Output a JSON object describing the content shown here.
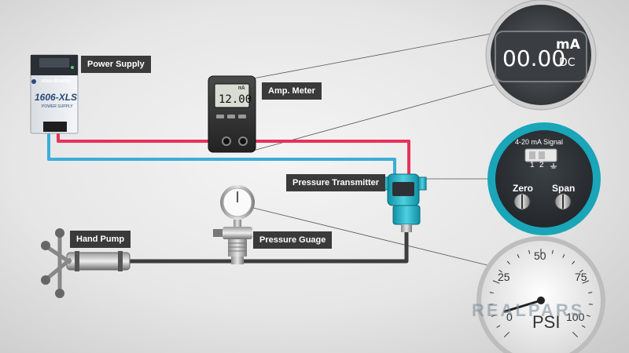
{
  "labels": {
    "power_supply": "Power Supply",
    "amp_meter": "Amp. Meter",
    "pressure_transmitter": "Pressure Transmitter",
    "hand_pump": "Hand Pump",
    "pressure_gauge": "Pressure Guage"
  },
  "power_supply_device": {
    "brand": "Allen-Bradley",
    "model": "1606-XLS",
    "subtitle": "POWER SUPPLY"
  },
  "amp_meter_device": {
    "unit": "mA",
    "reading": "12.00"
  },
  "meter_zoom": {
    "reading": "00.00",
    "unit": "mA",
    "mode": "DC"
  },
  "transmitter_zoom": {
    "signal_label": "4-20 mA Signal",
    "terminal_1": "1",
    "terminal_2": "2",
    "zero_label": "Zero",
    "span_label": "Span"
  },
  "gauge_zoom": {
    "ticks": [
      "0",
      "25",
      "50",
      "75",
      "100"
    ],
    "unit": "PSI",
    "needle_value": 0
  },
  "watermark": "REALPARS",
  "colors": {
    "red_wire": "#e8325a",
    "blue_wire": "#3aaed8",
    "pipe": "#3d3d3d",
    "label_bg": "#3a3a3a",
    "zoom_dark": "#2e3236",
    "teal_ring": "#1aa5b8"
  }
}
